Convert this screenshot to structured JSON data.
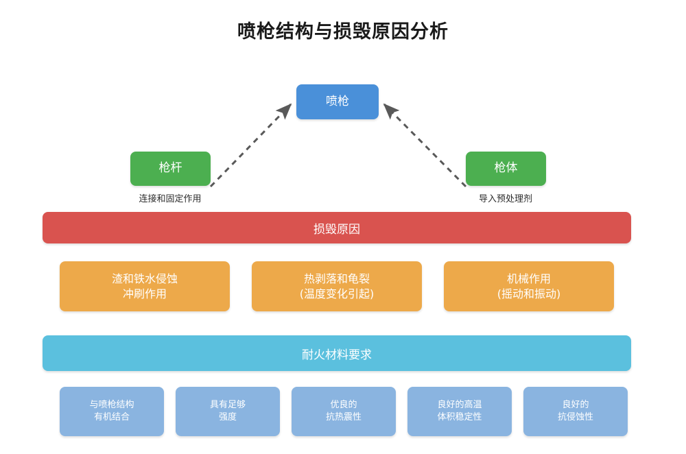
{
  "title": "喷枪结构与损毁原因分析",
  "colors": {
    "top_node": "#4a90d9",
    "component_node": "#4caf50",
    "cause_bar": "#d9534f",
    "cause_node": "#eda94a",
    "requirement_bar": "#5bc0de",
    "requirement_node": "#8ab4e0",
    "arrow": "#595959",
    "text": "#1a1a1a"
  },
  "top_node": {
    "label": "喷枪"
  },
  "components": [
    {
      "label": "枪杆",
      "caption": "连接和固定作用"
    },
    {
      "label": "枪体",
      "caption": "导入预处理剂"
    }
  ],
  "damage_section": {
    "bar_label": "损毁原因",
    "items": [
      {
        "label": "渣和铁水侵蚀\n冲刷作用"
      },
      {
        "label": "热剥落和龟裂\n(温度变化引起)"
      },
      {
        "label": "机械作用\n(摇动和振动)"
      }
    ]
  },
  "refractory_section": {
    "bar_label": "耐火材料要求",
    "items": [
      {
        "label": "与喷枪结构\n有机结合"
      },
      {
        "label": "具有足够\n强度"
      },
      {
        "label": "优良的\n抗热震性"
      },
      {
        "label": "良好的高温\n体积稳定性"
      },
      {
        "label": "良好的\n抗侵蚀性"
      }
    ]
  },
  "connectors": [
    {
      "from": "枪杆",
      "to": "喷枪",
      "style": "dashed-arrow"
    },
    {
      "from": "枪体",
      "to": "喷枪",
      "style": "dashed-arrow"
    }
  ]
}
